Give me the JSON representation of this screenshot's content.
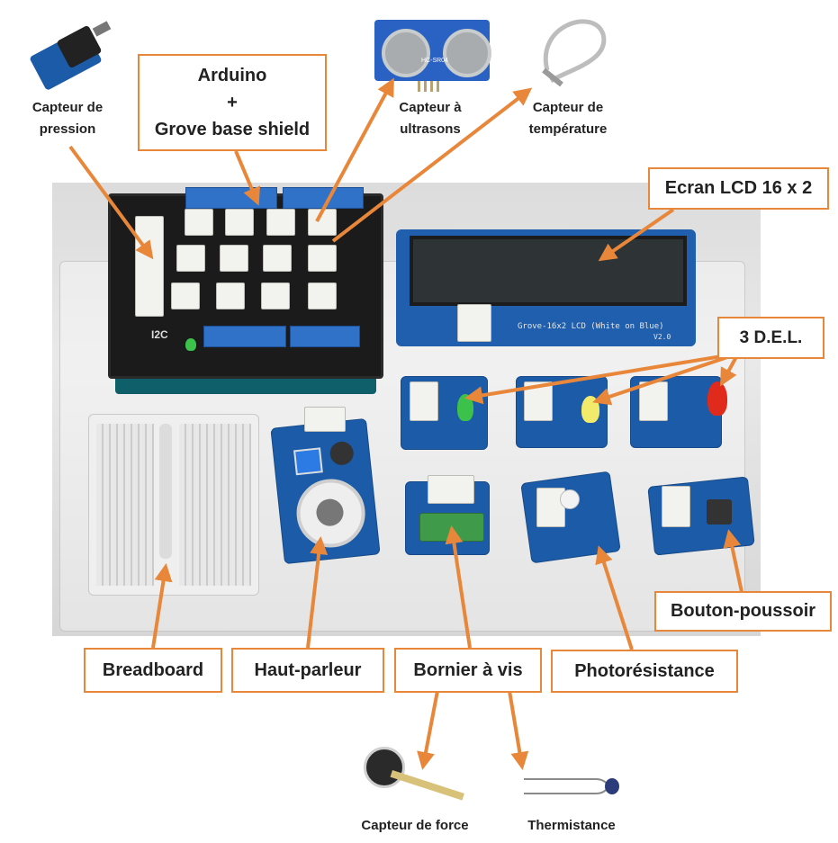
{
  "labels": {
    "arduino": "Arduino\n+\nGrove base shield",
    "lcd": "Ecran LCD 16 x 2",
    "leds": "3 D.E.L.",
    "button": "Bouton-poussoir",
    "breadboard": "Breadboard",
    "speaker": "Haut-parleur",
    "screw_terminal": "Bornier à vis",
    "photoresistor": "Photorésistance"
  },
  "captions": {
    "pressure": "Capteur de\npression",
    "ultrasonic": "Capteur à\nultrasons",
    "temperature": "Capteur de\ntempérature",
    "force": "Capteur de force",
    "thermistor": "Thermistance"
  },
  "board_text": {
    "lcd_label": "Grove-16x2 LCD (White on Blue)",
    "lcd_version": "V2.0",
    "i2c": "I2C",
    "us_model": "HC-SR04"
  },
  "colors": {
    "accent": "#e8873a",
    "grove_blue": "#1c5ba8",
    "led_green": "#3cc24a",
    "led_yellow": "#f2ea6a",
    "led_red": "#e02a1c"
  }
}
